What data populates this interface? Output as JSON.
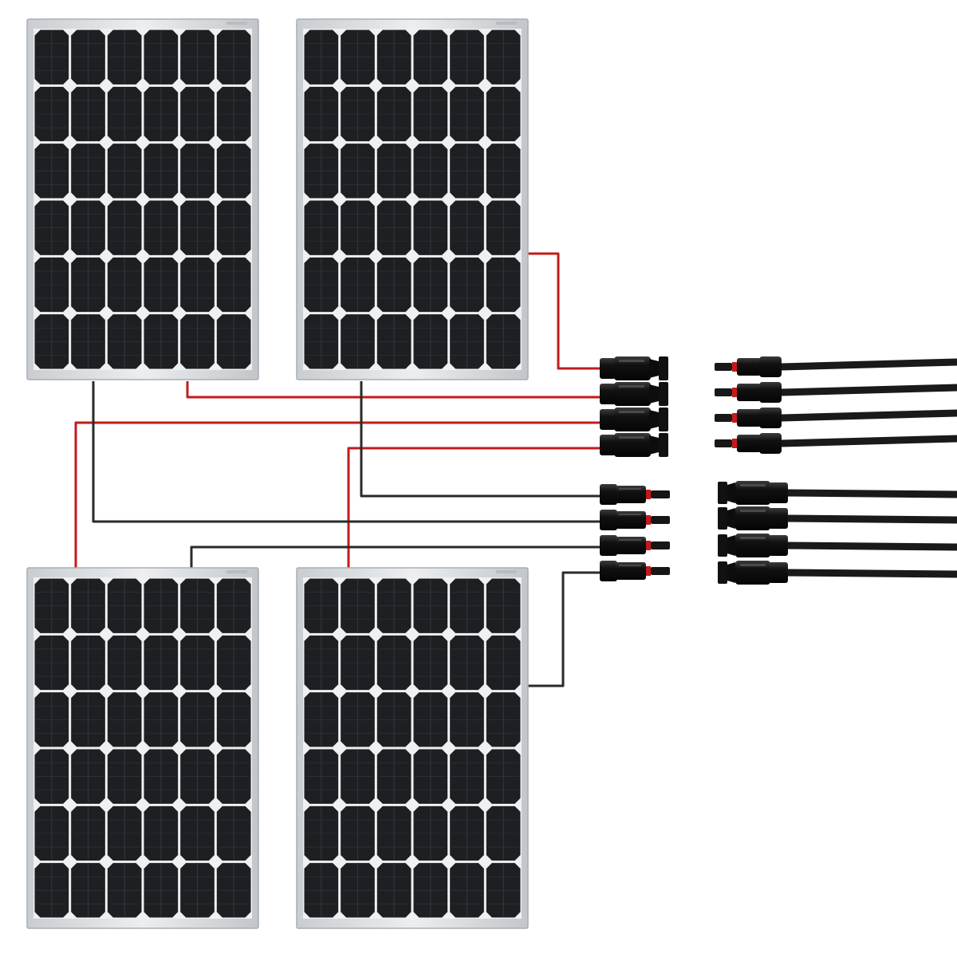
{
  "colors": {
    "background": "#ffffff",
    "frame": "#dadde0",
    "frame_edge": "#a9aeb3",
    "cell": "#1d1f23",
    "cell_gap": "#eef0f2",
    "cell_corner": "#f4f5f7",
    "wire_positive": "#c41a1a",
    "wire_negative": "#2a2a2a",
    "connector_body": "#151515",
    "connector_highlight": "#4a4a4a",
    "cable": "#1a1a1a"
  },
  "panels": [
    {
      "id": "top-left",
      "cell_columns": 6,
      "cell_rows": 6
    },
    {
      "id": "top-right",
      "cell_columns": 6,
      "cell_rows": 6
    },
    {
      "id": "bottom-left",
      "cell_columns": 6,
      "cell_rows": 6
    },
    {
      "id": "bottom-right",
      "cell_columns": 6,
      "cell_rows": 6
    }
  ],
  "connectors": {
    "female_panel_side": 4,
    "male_panel_side": 4,
    "female_cable_side": 4,
    "male_cable_side": 4
  },
  "icons": [
    "solar-panel-icon",
    "mc4-female-connector-icon",
    "mc4-male-connector-icon",
    "branch-cable-icon"
  ]
}
